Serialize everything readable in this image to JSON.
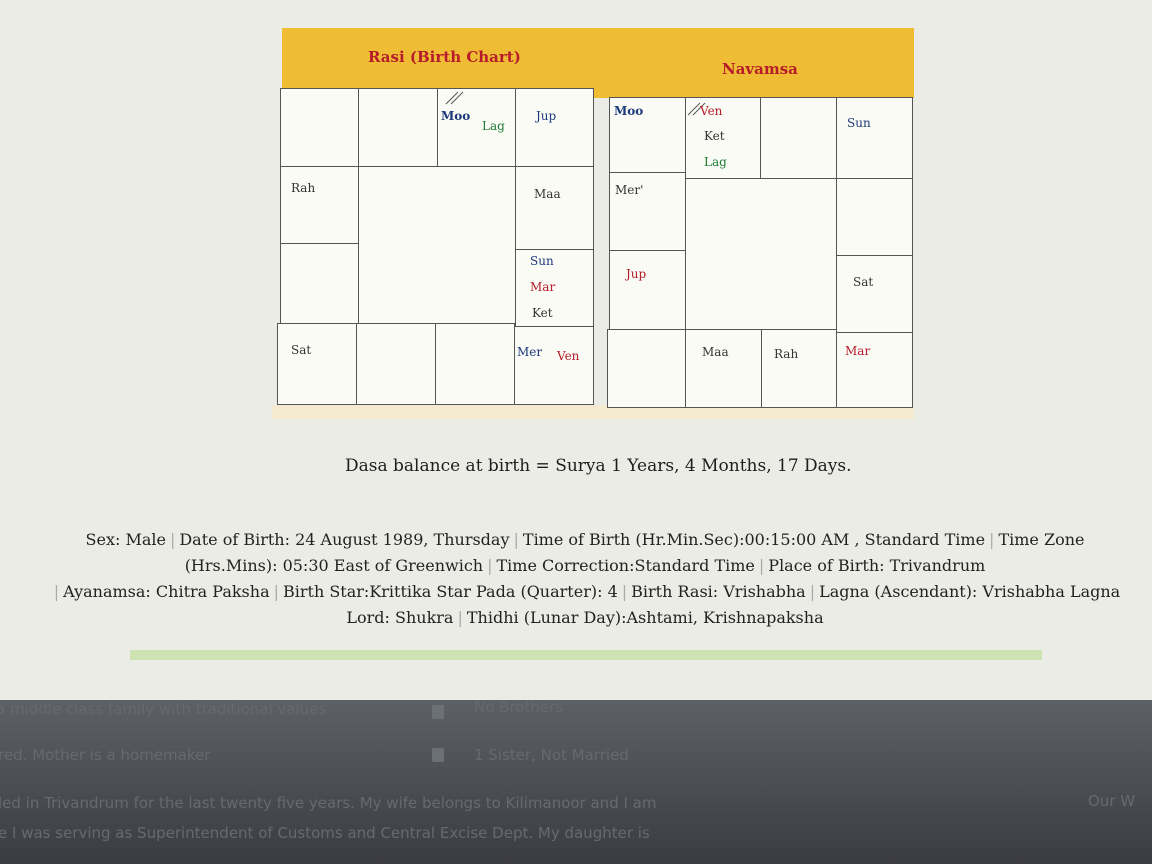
{
  "rasi": {
    "title": "Rasi (Birth Chart)",
    "cells": {
      "row1_col3_a": "Moo",
      "row1_col3_b": "Lag",
      "row1_col4": "Jup",
      "row2_col1": "Rah",
      "row2_col4": "Maa",
      "row3_col4_a": "Sun",
      "row3_col4_b": "Mar",
      "row3_col4_c": "Ket",
      "row4_col1": "Sat",
      "row4_col4_a": "Mer",
      "row4_col4_b": "Ven"
    }
  },
  "navamsa": {
    "title": "Navamsa",
    "cells": {
      "row1_col1": "Moo",
      "row1_col2_a": "Ven",
      "row1_col2_b": "Ket",
      "row1_col2_c": "Lag",
      "row1_col4": "Sun",
      "row2_col1": "Mer'",
      "row3_col1": "Jup",
      "row3_col4": "Sat",
      "row4_col2": "Maa",
      "row4_col3": "Rah",
      "row4_col4": "Mar"
    }
  },
  "dasa_balance": "Dasa balance at birth = Surya 1 Years, 4 Months, 17 Days.",
  "details": [
    "Sex: Male",
    "Date of Birth: 24 August 1989, Thursday",
    "Time of Birth (Hr.Min.Sec):00:15:00 AM , Standard Time",
    "Time Zone (Hrs.Mins): 05:30 East of Greenwich",
    "Time Correction:Standard Time",
    "Place of Birth: Trivandrum",
    "Ayanamsa: Chitra Paksha",
    "Birth Star:Krittika Star Pada (Quarter): 4",
    "Birth Rasi: Vrishabha",
    "Lagna (Ascendant): Vrishabha Lagna Lord: Shukra",
    "Thidhi (Lunar Day):Ashtami, Krishnapaksha"
  ],
  "background": {
    "row1_left": "a middle class family with traditional values",
    "row1_right": "No Brothers",
    "row2_left": "red. Mother is a homemaker",
    "row2_right": "1 Sister, Not Married",
    "row3_text": "led in Trivandrum for the last twenty five years. My wife belongs to Kilimanoor and I am",
    "row3_right": "Our W",
    "row4_text": "e I was serving as Superintendent of Customs and Central Excise Dept. My daughter is"
  }
}
